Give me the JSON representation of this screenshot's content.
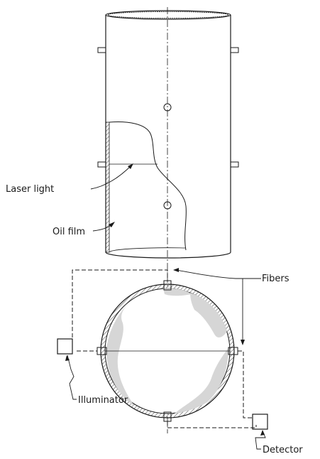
{
  "labels": {
    "laser_light": "Laser light",
    "oil_film": "Oil film",
    "fibers": "Fibers",
    "illuminator": "Illuminator",
    "detector": "Detector"
  },
  "colors": {
    "line": "#1a1a1a",
    "oil_film_fill": "#d6d6d6",
    "pipe_wall_hatch": "#555555",
    "background": "#ffffff"
  }
}
